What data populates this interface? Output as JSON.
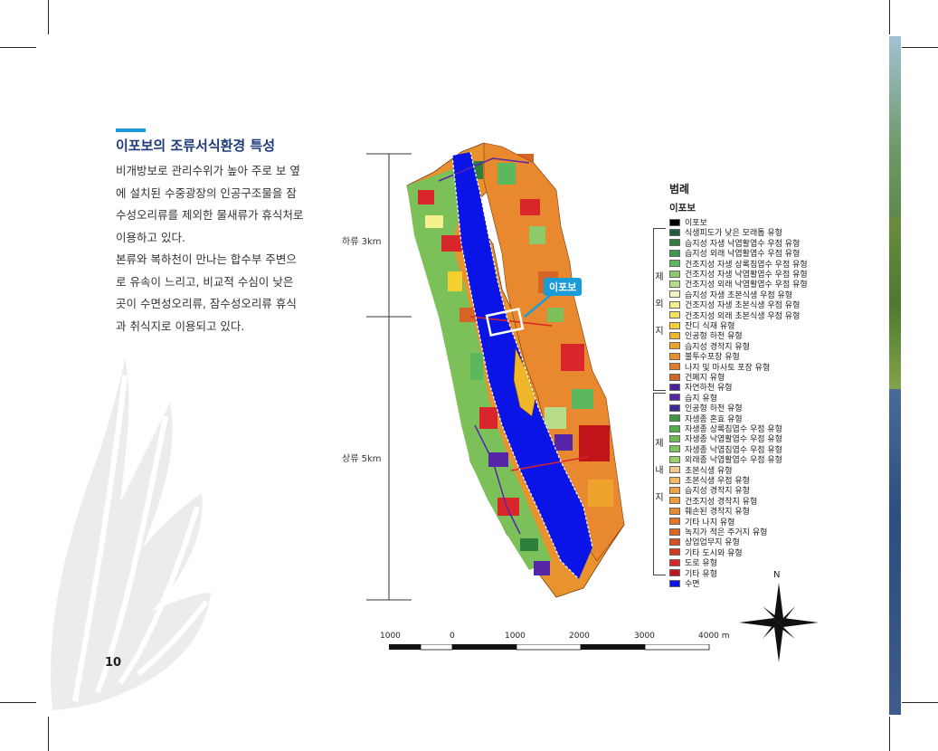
{
  "page": {
    "number": "10",
    "title": "이포보의 조류서식환경 특성",
    "paragraphs": [
      "비개방보로 관리수위가 높아 주로 보 옆에 설치된 수중광장의 인공구조물을 잠수성오리류를 제외한 물새류가 휴식처로 이용하고 있다.",
      "본류와 복하천이 만나는 합수부 주변으로 유속이 느리고, 비교적 수심이 낮은 곳이 수면성오리류, 잠수성오리류 휴식과 취식지로 이용되고 있다."
    ]
  },
  "map": {
    "ipobo_label": "이포보",
    "scale_downstream": "하류 3km",
    "scale_upstream": "상류 5km",
    "scalebar_labels": [
      "1000",
      "0",
      "1000",
      "2000",
      "3000",
      "4000 m"
    ],
    "north_label": "N"
  },
  "legend": {
    "title": "범례",
    "subtitle": "이포보",
    "group_outer": [
      "제",
      "외",
      "지"
    ],
    "group_inner": [
      "제",
      "내",
      "지"
    ],
    "items": [
      {
        "label": "이포보",
        "color": "#000000"
      },
      {
        "label": "식생피도가 낮은 모래톱 유형",
        "color": "#1e5e3a"
      },
      {
        "label": "습지성 자생 낙엽활엽수 우점 유형",
        "color": "#2d7f3b"
      },
      {
        "label": "습지성 외래 낙엽활엽수 우점 유형",
        "color": "#3a9a52"
      },
      {
        "label": "건조지성 자생 상록침엽수 우점 유형",
        "color": "#5cb85c"
      },
      {
        "label": "건조지성 자생 낙엽활엽수 우점 유형",
        "color": "#8cc96a"
      },
      {
        "label": "건조지성 외래 낙엽활엽수 우점 유형",
        "color": "#b7dd8a"
      },
      {
        "label": "습지성 자생 초본식생 우점 유형",
        "color": "#f3f1c0"
      },
      {
        "label": "건조지성 자생 초본식생 우점 유형",
        "color": "#f6ef8e"
      },
      {
        "label": "건조지성 외래 초본식생 우점 유형",
        "color": "#f2e35a"
      },
      {
        "label": "잔디 식재 유형",
        "color": "#f5cf2d"
      },
      {
        "label": "인공형 하천 유형",
        "color": "#f0b62a"
      },
      {
        "label": "습지성 경작지 유형",
        "color": "#eda32b"
      },
      {
        "label": "불투수포장 유형",
        "color": "#e88f2a"
      },
      {
        "label": "나지 및 마사토 포장 유형",
        "color": "#e27c26"
      },
      {
        "label": "건폐지 유형",
        "color": "#d66424"
      },
      {
        "label": "자연하천 유형",
        "color": "#4a1fa0"
      },
      {
        "label": "습지 유형",
        "color": "#5626a8"
      },
      {
        "label": "인공형 하천 유형",
        "color": "#3b2a9a"
      },
      {
        "label": "자생종 혼효 유형",
        "color": "#3f9a3f"
      },
      {
        "label": "자생종 상록침엽수 우점 유형",
        "color": "#4fae48"
      },
      {
        "label": "자생종 낙엽활엽수 우점 유형",
        "color": "#6dbb4f"
      },
      {
        "label": "자생종 낙엽침엽수 우점 유형",
        "color": "#7ec65a"
      },
      {
        "label": "외래종 낙엽활엽수 우점 유형",
        "color": "#99d06b"
      },
      {
        "label": "초본식생 유형",
        "color": "#f1c889"
      },
      {
        "label": "초본식생 우점 유형",
        "color": "#f3b863"
      },
      {
        "label": "습지성 경작지 유형",
        "color": "#efa444"
      },
      {
        "label": "건조지성 경작지 유형",
        "color": "#ec9a3a"
      },
      {
        "label": "훼손된 경작지 유형",
        "color": "#e8892f"
      },
      {
        "label": "기타 나지 유형",
        "color": "#e27428"
      },
      {
        "label": "녹지가 적은 주거지 유형",
        "color": "#dc6424"
      },
      {
        "label": "상업업무지 유형",
        "color": "#d65022"
      },
      {
        "label": "기타 도시와 유형",
        "color": "#d33a20"
      },
      {
        "label": "도로 유형",
        "color": "#d8262a"
      },
      {
        "label": "기타 유형",
        "color": "#c0141a"
      },
      {
        "label": "수면",
        "color": "#0a14e6"
      }
    ]
  }
}
